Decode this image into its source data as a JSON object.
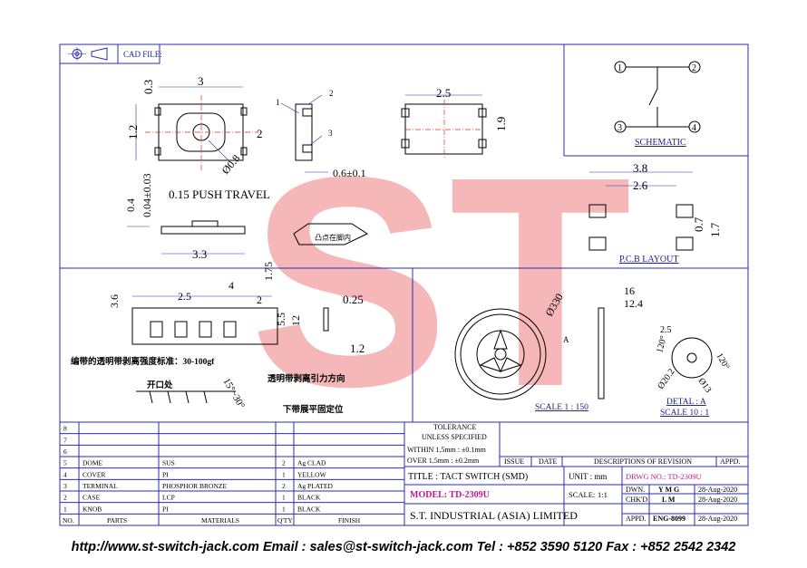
{
  "titleblock_top": {
    "cad_file_label": "CAD FILE:"
  },
  "watermark": {
    "text": "ST"
  },
  "dims": {
    "top_width": "3",
    "top_left": "0.3",
    "top_side": "1.2",
    "top_height": "2",
    "dia_button": "Ø0.8",
    "callout_1": "1",
    "callout_2": "2",
    "callout_3": "3",
    "terminal": "0.6±0.1",
    "side_a": "0.4",
    "side_b": "0.04±0.03",
    "push_travel": "0.15  PUSH  TRAVEL",
    "bottom_width": "3.3",
    "tape_chinese_label": "凸点在脚内",
    "right_width": "2.5",
    "right_height": "1.9"
  },
  "schematic": {
    "pin1": "1",
    "pin2": "2",
    "pin3": "3",
    "pin4": "4",
    "title": "SCHEMATIC"
  },
  "pcb": {
    "w1": "3.8",
    "w2": "2.6",
    "h1": "0.7",
    "h2": "1.7",
    "title": "P.C.B  LAYOUT"
  },
  "tape": {
    "d1": "3.6",
    "d2": "2.5",
    "d3": "4",
    "d4": "2",
    "d5": "1.75",
    "d6": "5.5",
    "d7": "12",
    "d8": "0.25",
    "d9": "1.2",
    "peel_strength": "编带的透明带剥离强度标准：30-100gf",
    "angle": "15°~30°",
    "opening": "开口处",
    "peel_direction": "透明带剥离引力方向",
    "fix_note": "下带展平固定位"
  },
  "reel": {
    "dia": "Ø330",
    "w1": "16",
    "w2": "12.4",
    "point": "A",
    "scale": "SCALE  1 : 150",
    "detail_d1": "2.5",
    "angle1": "120°",
    "angle2": "120°",
    "hub_dia": "Ø20.2",
    "hole_dia": "Ø13",
    "detail_title": "DETAL : A",
    "detail_scale": "SCALE  10 : 1"
  },
  "bom": {
    "rows": [
      {
        "no": "8",
        "part": "",
        "material": "",
        "qty": "",
        "finish": ""
      },
      {
        "no": "7",
        "part": "",
        "material": "",
        "qty": "",
        "finish": ""
      },
      {
        "no": "6",
        "part": "",
        "material": "",
        "qty": "",
        "finish": ""
      },
      {
        "no": "5",
        "part": "DOME",
        "material": "SUS",
        "qty": "2",
        "finish": "Ag  CLAD"
      },
      {
        "no": "4",
        "part": "COVER",
        "material": "PI",
        "qty": "1",
        "finish": "YELLOW"
      },
      {
        "no": "3",
        "part": "TERMINAL",
        "material": "PHOSPHOR  BRONZE",
        "qty": "2",
        "finish": "Ag  PLATED"
      },
      {
        "no": "2",
        "part": "CASE",
        "material": "LCP",
        "qty": "1",
        "finish": "BLACK"
      },
      {
        "no": "1",
        "part": "KNOB",
        "material": "PI",
        "qty": "1",
        "finish": "BLACK"
      }
    ],
    "header": {
      "no": "NO.",
      "part": "PARTS",
      "material": "MATERIALS",
      "qty": "Q'TY",
      "finish": "FINISH"
    }
  },
  "tolerance": {
    "title": "TOLERANCE",
    "subtitle": "UNLESS   SPECIFIED",
    "within": "WITHIN  1.5mm : ±0.1mm",
    "over": "OVER    1.5mm : ±0.2mm"
  },
  "revision": {
    "issue": "ISSUE",
    "date": "DATE",
    "desc": "DESCRIPTIONS  OF  REVISION",
    "appd": "APPD."
  },
  "title_block": {
    "title": "TITLE : TACT SWITCH (SMD)",
    "unit_label": "UNIT :  mm",
    "drwg_no": "DRWG NO.: TD-2309U",
    "model": "MODEL: TD-2309U",
    "scale_label": "SCALE:",
    "scale_value": "1:1",
    "dwn_label": "DWN.",
    "dwn_value": "Y M G",
    "dwn_date": "28-Aug-2020",
    "chk_label": "CHK'D",
    "chk_value": "L M",
    "chk_date": "28-Aug-2020",
    "appd_label": "APPD.",
    "appd_value": "ENG-8099",
    "appd_date": "28-Aug-2020",
    "company": "S.T.  INDUSTRIAL  (ASIA)  LIMITED"
  },
  "footer": {
    "text": "http://www.st-switch-jack.com  Email : sales@st-switch-jack.com  Tel : +852 3590 5120  Fax : +852 2542 2342"
  }
}
